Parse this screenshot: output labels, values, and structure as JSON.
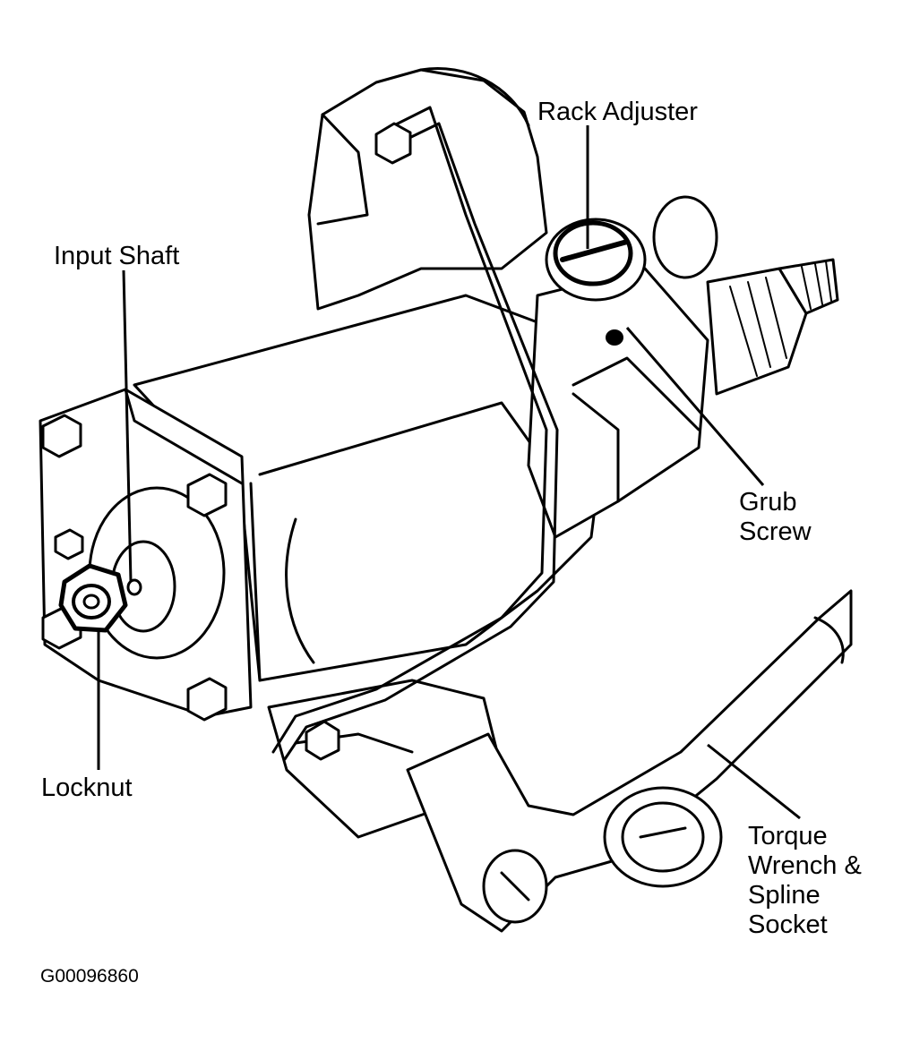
{
  "figure_id": "G00096860",
  "labels": {
    "rack_adjuster": "Rack Adjuster",
    "input_shaft": "Input Shaft",
    "grub_screw": [
      "Grub",
      "Screw"
    ],
    "locknut": "Locknut",
    "torque_wrench": [
      "Torque",
      "Wrench &",
      "Spline",
      "Socket"
    ]
  },
  "colors": {
    "ink": "#000000",
    "paper": "#ffffff"
  }
}
